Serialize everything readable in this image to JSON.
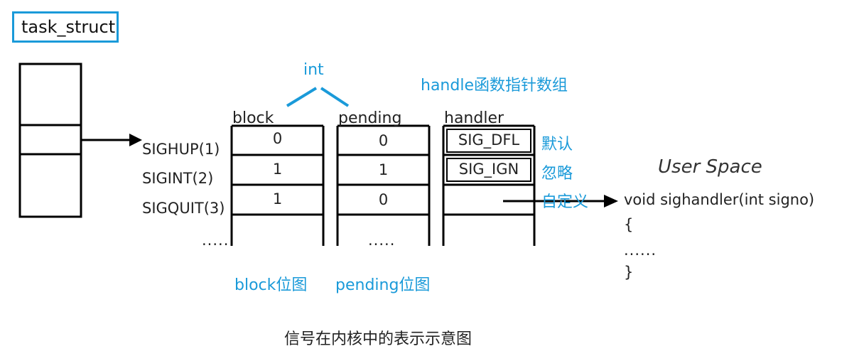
{
  "task_struct_label": "task_struct",
  "top_annotation": "int",
  "handler_array_annotation": "handle函数指针数组",
  "column_headers": {
    "block": "block",
    "pending": "pending",
    "handler": "handler"
  },
  "signals": [
    "SIGHUP(1)",
    "SIGINT(2)",
    "SIGQUIT(3)"
  ],
  "ellipsis": ".....",
  "block_values": [
    "0",
    "1",
    "1"
  ],
  "pending_values": [
    "0",
    "1",
    "0"
  ],
  "handler_values": [
    "SIG_DFL",
    "SIG_IGN",
    ""
  ],
  "handler_notes": [
    "默认",
    "忽略",
    "自定义"
  ],
  "bitmap_labels": {
    "block": "block位图",
    "pending": "pending位图"
  },
  "user_space": {
    "title": "User Space",
    "code_lines": [
      "void sighandler(int signo)",
      "{",
      "......",
      "}"
    ]
  },
  "caption": "信号在内核中的表示示意图",
  "colors": {
    "annotation": "#1a9ad9",
    "line": "#000000",
    "text": "#222222"
  }
}
